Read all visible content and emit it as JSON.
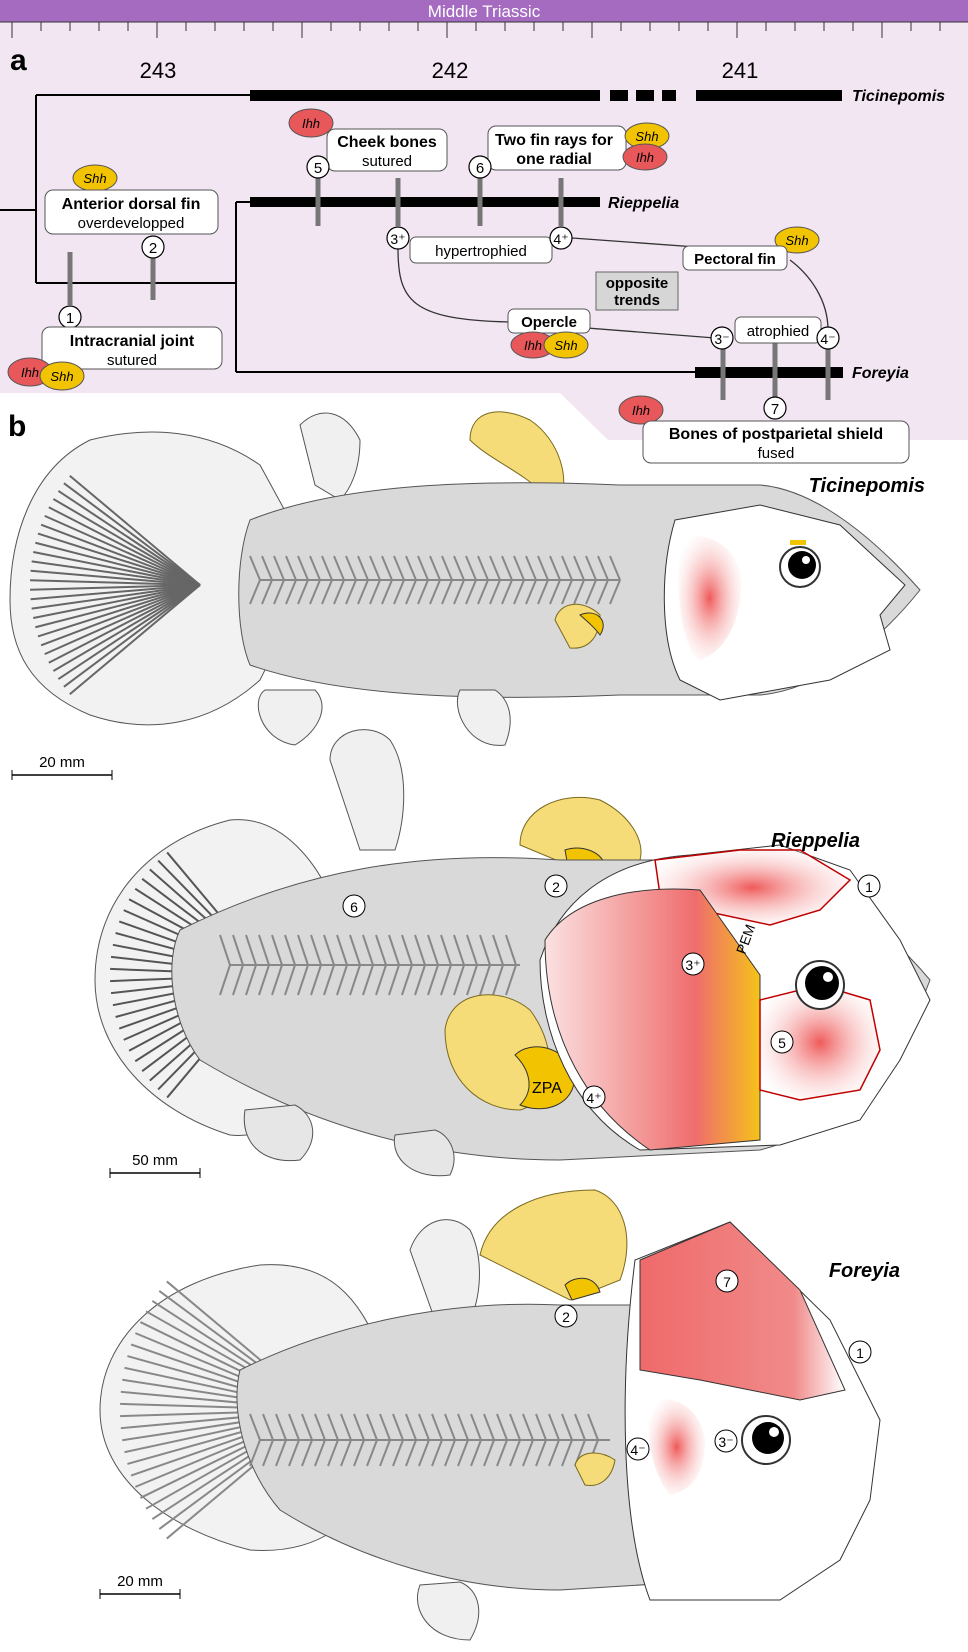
{
  "header": {
    "period": "Middle Triassic",
    "color": "#a46bc0"
  },
  "panels": {
    "a": "a",
    "b": "b"
  },
  "timescale": {
    "ticks": [
      "243",
      "242",
      "241"
    ]
  },
  "taxa": {
    "ticinepomis": "Ticinepomis",
    "rieppelia": "Rieppelia",
    "foreyia": "Foreyia"
  },
  "genes": {
    "ihh": "Ihh",
    "shh": "Shh"
  },
  "characters": {
    "c1": {
      "num": "1",
      "title": "Intracranial joint",
      "state": "sutured"
    },
    "c2": {
      "num": "2",
      "title": "Anterior dorsal fin",
      "state": "overdevelopped"
    },
    "c5": {
      "num": "5",
      "title": "Cheek bones",
      "state": "sutured"
    },
    "c6": {
      "num": "6",
      "title": "Two fin rays for",
      "title2": "one radial"
    },
    "c7": {
      "num": "7",
      "title": "Bones of postparietal shield",
      "state": "fused"
    },
    "hypertrophied": "hypertrophied",
    "atrophied": "atrophied",
    "pectoral": "Pectoral fin",
    "opercle": "Opercle",
    "opposite1": "opposite",
    "opposite2": "trends",
    "n3plus": "3⁺",
    "n4plus": "4⁺",
    "n3minus": "3⁻",
    "n4minus": "4⁻"
  },
  "panel_b": {
    "scales": {
      "ticinepomis": "20 mm",
      "rieppelia": "50 mm",
      "foreyia": "20 mm"
    },
    "labels": {
      "pem": "PEM",
      "zpa": "ZPA"
    },
    "markers": {
      "r1": "1",
      "r2": "2",
      "r3": "3⁺",
      "r4": "4⁺",
      "r5": "5",
      "r6": "6",
      "f1": "1",
      "f2": "2",
      "f3": "3⁻",
      "f4": "4⁻",
      "f7": "7"
    }
  },
  "colors": {
    "lilac": "#f3e6f3",
    "ihh": "#e8575a",
    "shh": "#f2c300",
    "bone_red": "#f08080",
    "yellow_fin": "#f5dc78",
    "body_gray": "#d9d9d9"
  }
}
